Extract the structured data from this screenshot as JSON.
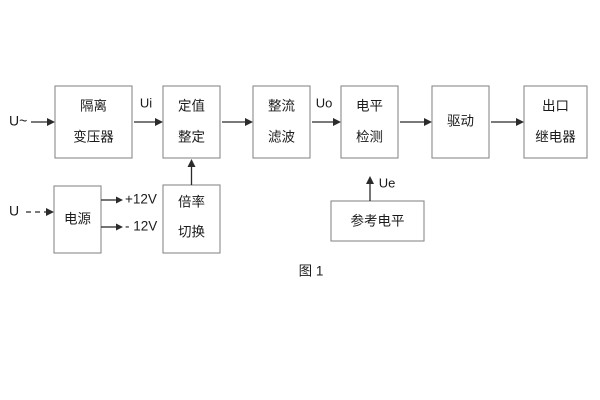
{
  "figure": {
    "caption": "图 1",
    "colors": {
      "box_border": "#8a8a8a",
      "wire": "#2b2b2b",
      "text": "#1b1b1b",
      "background": "#ffffff"
    }
  },
  "inputs": [
    {
      "id": "ac-input",
      "label": "U~"
    },
    {
      "id": "dc-input",
      "label": "U"
    }
  ],
  "blocks": [
    {
      "id": "isolation-transformer",
      "line1": "隔离",
      "line2": "变压器"
    },
    {
      "id": "setting-value",
      "line1": "定值",
      "line2": "整定"
    },
    {
      "id": "rectify-filter",
      "line1": "整流",
      "line2": "滤波"
    },
    {
      "id": "level-detection",
      "line1": "电平",
      "line2": "检测"
    },
    {
      "id": "drive",
      "line1": "驱动",
      "line2": ""
    },
    {
      "id": "output-relay",
      "line1": "出口",
      "line2": "继电器"
    },
    {
      "id": "power-supply",
      "line1": "电源",
      "line2": ""
    },
    {
      "id": "multiplier-switch",
      "line1": "倍率",
      "line2": "切换"
    },
    {
      "id": "reference-level",
      "line1": "参考电平",
      "line2": ""
    }
  ],
  "signals": [
    {
      "id": "ui-signal",
      "label": "Ui"
    },
    {
      "id": "uo-signal",
      "label": "Uo"
    },
    {
      "id": "ue-signal",
      "label": "Ue"
    }
  ],
  "rails": [
    {
      "id": "rail-positive",
      "label": "+12V"
    },
    {
      "id": "rail-negative",
      "label": "- 12V"
    }
  ]
}
